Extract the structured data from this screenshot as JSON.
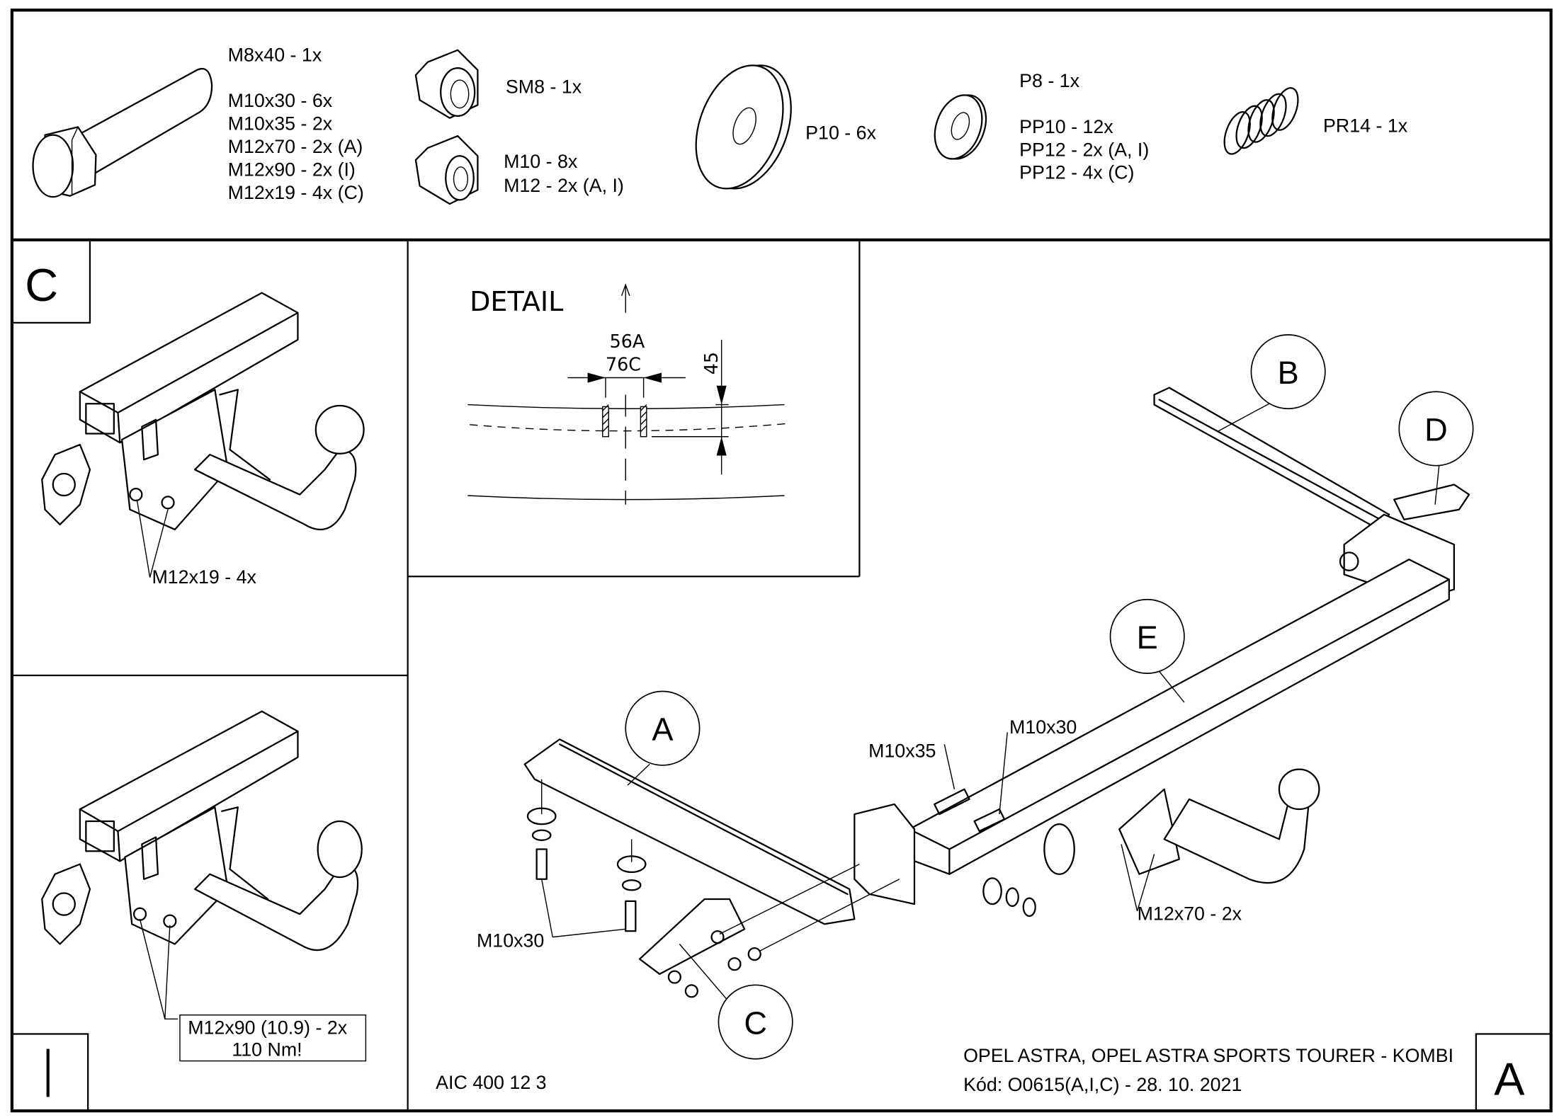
{
  "parts_list": {
    "bolts": [
      "M8x40 - 1x",
      "M10x30 - 6x",
      "M10x35 - 2x",
      "M12x70 - 2x (A)",
      "M12x90 - 2x (I)",
      "M12x19 - 4x (C)"
    ],
    "self_locking_nut": "SM8 - 1x",
    "nuts": [
      "M10 - 8x",
      "M12 - 2x (A, I)"
    ],
    "large_washer": "P10 - 6x",
    "washers": [
      "P8 - 1x",
      "PP10 - 12x",
      "PP12 - 2x (A, I)",
      "PP12 - 4x (C)"
    ],
    "spring": "PR14 - 1x"
  },
  "view_c": {
    "label": "C",
    "bolt_callout": "M12x19 - 4x"
  },
  "view_i": {
    "label": "I",
    "bolt_callout_line1": "M12x90 (10.9) - 2x",
    "bolt_callout_line2": "110 Nm!"
  },
  "detail": {
    "title": "DETAIL",
    "dim_width_a": "56A",
    "dim_width_c": "76C",
    "dim_height": "45"
  },
  "assembly": {
    "callouts": {
      "a": "A",
      "b": "B",
      "c": "C",
      "d": "D",
      "e": "E"
    },
    "labels": {
      "m10x35": "M10x35",
      "m10x30_top": "M10x30",
      "m10x30_bottom": "M10x30",
      "m12x70": "M12x70 - 2x"
    }
  },
  "title_block": {
    "drawing_number": "AIC 400 12 3",
    "vehicle": "OPEL ASTRA, OPEL ASTRA SPORTS TOURER - KOMBI",
    "code": "Kód: O0615(A,I,C) - 28. 10. 2021",
    "variant": "A"
  }
}
